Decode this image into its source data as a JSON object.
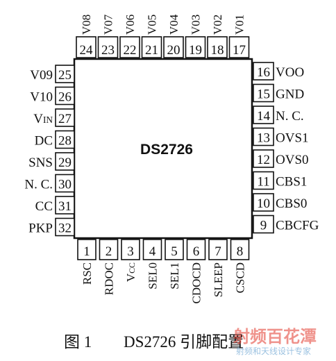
{
  "chip": {
    "name": "DS2726"
  },
  "pins": {
    "top": [
      {
        "num": "24",
        "label": "V08"
      },
      {
        "num": "23",
        "label": "V07"
      },
      {
        "num": "22",
        "label": "V06"
      },
      {
        "num": "21",
        "label": "V05"
      },
      {
        "num": "20",
        "label": "V04"
      },
      {
        "num": "19",
        "label": "V03"
      },
      {
        "num": "18",
        "label": "V02"
      },
      {
        "num": "17",
        "label": "V01"
      }
    ],
    "left": [
      {
        "num": "25",
        "label": "V09"
      },
      {
        "num": "26",
        "label": "V10"
      },
      {
        "num": "27",
        "label": "V",
        "sub": "IN"
      },
      {
        "num": "28",
        "label": "DC"
      },
      {
        "num": "29",
        "label": "SNS"
      },
      {
        "num": "30",
        "label": "N. C."
      },
      {
        "num": "31",
        "label": "CC"
      },
      {
        "num": "32",
        "label": "PKP"
      }
    ],
    "right": [
      {
        "num": "16",
        "label": "VOO"
      },
      {
        "num": "15",
        "label": "GND"
      },
      {
        "num": "14",
        "label": "N. C."
      },
      {
        "num": "13",
        "label": "OVS1"
      },
      {
        "num": "12",
        "label": "OVS0"
      },
      {
        "num": "11",
        "label": "CBS1"
      },
      {
        "num": "10",
        "label": "CBS0"
      },
      {
        "num": "9",
        "label": "CBCFG"
      }
    ],
    "bottom": [
      {
        "num": "1",
        "label": "RSC"
      },
      {
        "num": "2",
        "label": "RDOC"
      },
      {
        "num": "3",
        "label": "V",
        "sub": "CC"
      },
      {
        "num": "4",
        "label": "SEL0"
      },
      {
        "num": "5",
        "label": "SEL1"
      },
      {
        "num": "6",
        "label": "CDOCD"
      },
      {
        "num": "7",
        "label": "SLEEP"
      },
      {
        "num": "8",
        "label": "CSCD"
      }
    ]
  },
  "caption": {
    "figure": "图 1",
    "title": "DS2726 引脚配置"
  },
  "watermark": {
    "brand": "射频百花潭",
    "sub": "射频和天线设计专家",
    "colors": {
      "main": "#e33a2e",
      "accent": "#4a90c8"
    }
  }
}
